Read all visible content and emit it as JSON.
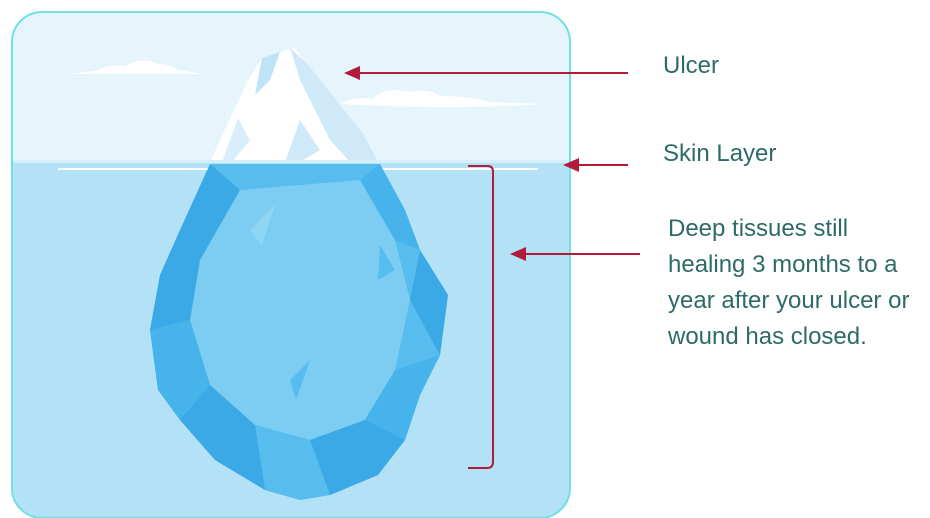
{
  "labels": {
    "ulcer": "Ulcer",
    "skin_layer": "Skin Layer",
    "deep_tissues": "Deep tissues still healing 3 months to a year after your ulcer or wound has closed."
  },
  "colors": {
    "label_text": "#2e6b66",
    "arrow": "#b01c3a",
    "frame_border": "#6fe0e4",
    "sky": "#e6f4fc",
    "water": "#b3e2f7",
    "iceberg_light": "#7dcdf3",
    "iceberg_mid": "#56bdee",
    "iceberg_dark": "#3aa9e6"
  }
}
